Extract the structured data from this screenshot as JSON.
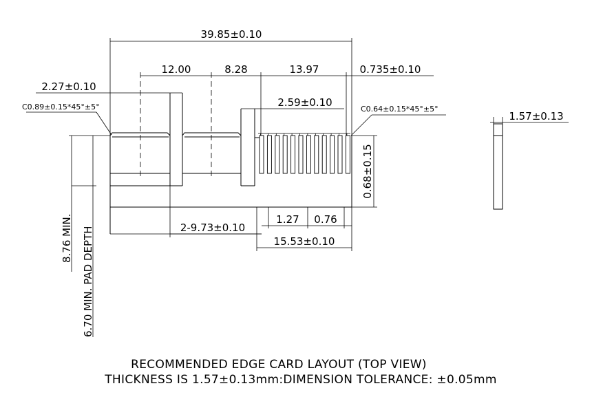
{
  "dimensions": {
    "overall_width": "39.85±0.10",
    "seg_12": "12.00",
    "seg_828": "8.28",
    "seg_1397": "13.97",
    "seg_0735": "0.735±0.10",
    "left_offset": "2.27±0.10",
    "chamfer_left": "C0.89±0.15*45°±5°",
    "key_width": "2.59±0.10",
    "chamfer_right": "C0.64±0.15*45°±5°",
    "thickness": "1.57±0.13",
    "pad_height": "0.68±0.15",
    "key_spacing": "2-9.73±0.10",
    "pitch": "1.27",
    "pad_width": "0.76",
    "pad_span": "15.53±0.10",
    "depth_min": "8.76 MIN.",
    "pad_depth_min": "6.70 MIN. PAD DEPTH"
  },
  "caption": {
    "line1": "RECOMMENDED EDGE CARD LAYOUT (TOP VIEW)",
    "line2": "THICKNESS IS 1.57±0.13mm:DIMENSION TOLERANCE: ±0.05mm"
  }
}
